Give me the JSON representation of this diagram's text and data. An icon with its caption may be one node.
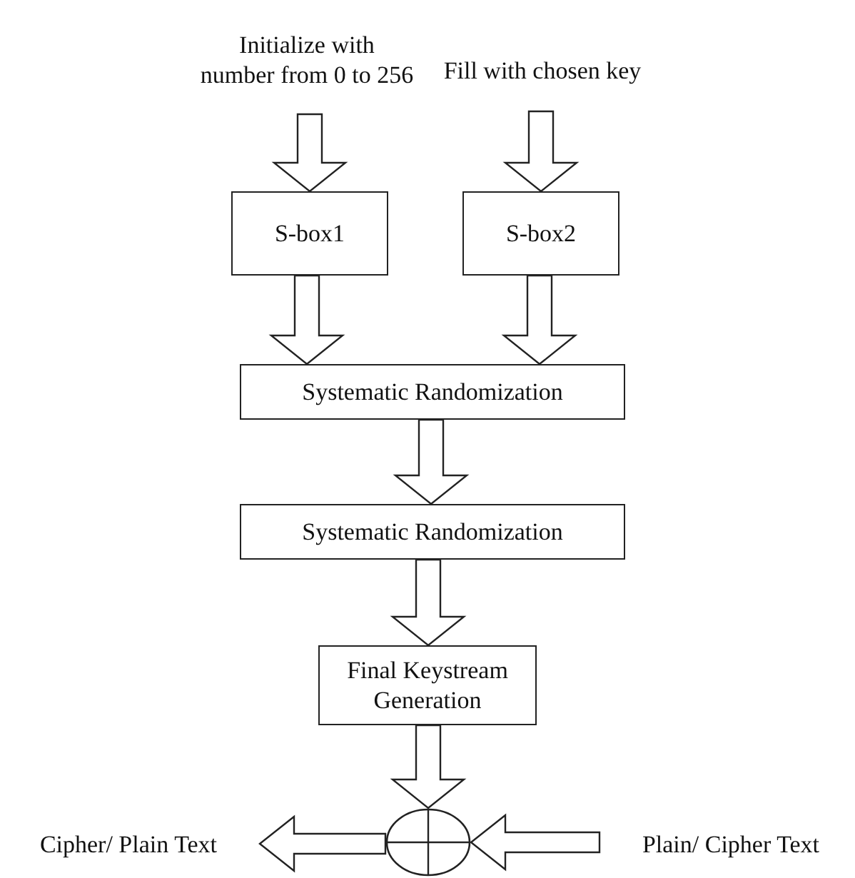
{
  "diagram": {
    "nodes": [
      {
        "text": [
          "Initialize with number from 0 to 256"
        ]
      },
      {
        "text": [
          "Fill with chosen key"
        ]
      },
      {
        "text": [
          "S-box1"
        ]
      },
      {
        "text": [
          "S-box2"
        ]
      },
      {
        "text": [
          "Systematic Randomization"
        ]
      },
      {
        "text": [
          "Systematic Randomization"
        ]
      },
      {
        "text": [
          "Final Keystream Generation"
        ]
      },
      {
        "text": [],
        "shape": "circle"
      },
      {
        "text": [
          "Cipher/ Plain Text"
        ]
      },
      {
        "text": [
          "Plain/ Cipher Text"
        ]
      }
    ],
    "edges": [
      {
        "from": 0,
        "to": 2,
        "arrow": "to"
      },
      {
        "from": 1,
        "to": 3,
        "arrow": "to"
      },
      {
        "from": 2,
        "to": 4,
        "arrow": "to"
      },
      {
        "from": 3,
        "to": 4,
        "arrow": "to"
      },
      {
        "from": 4,
        "to": 5,
        "arrow": "to"
      },
      {
        "from": 5,
        "to": 6,
        "arrow": "to"
      },
      {
        "from": 6,
        "to": 7,
        "arrow": "to"
      },
      {
        "from": 7,
        "to": 8,
        "arrow": "to"
      },
      {
        "from": 9,
        "to": 7,
        "arrow": "to"
      }
    ]
  }
}
